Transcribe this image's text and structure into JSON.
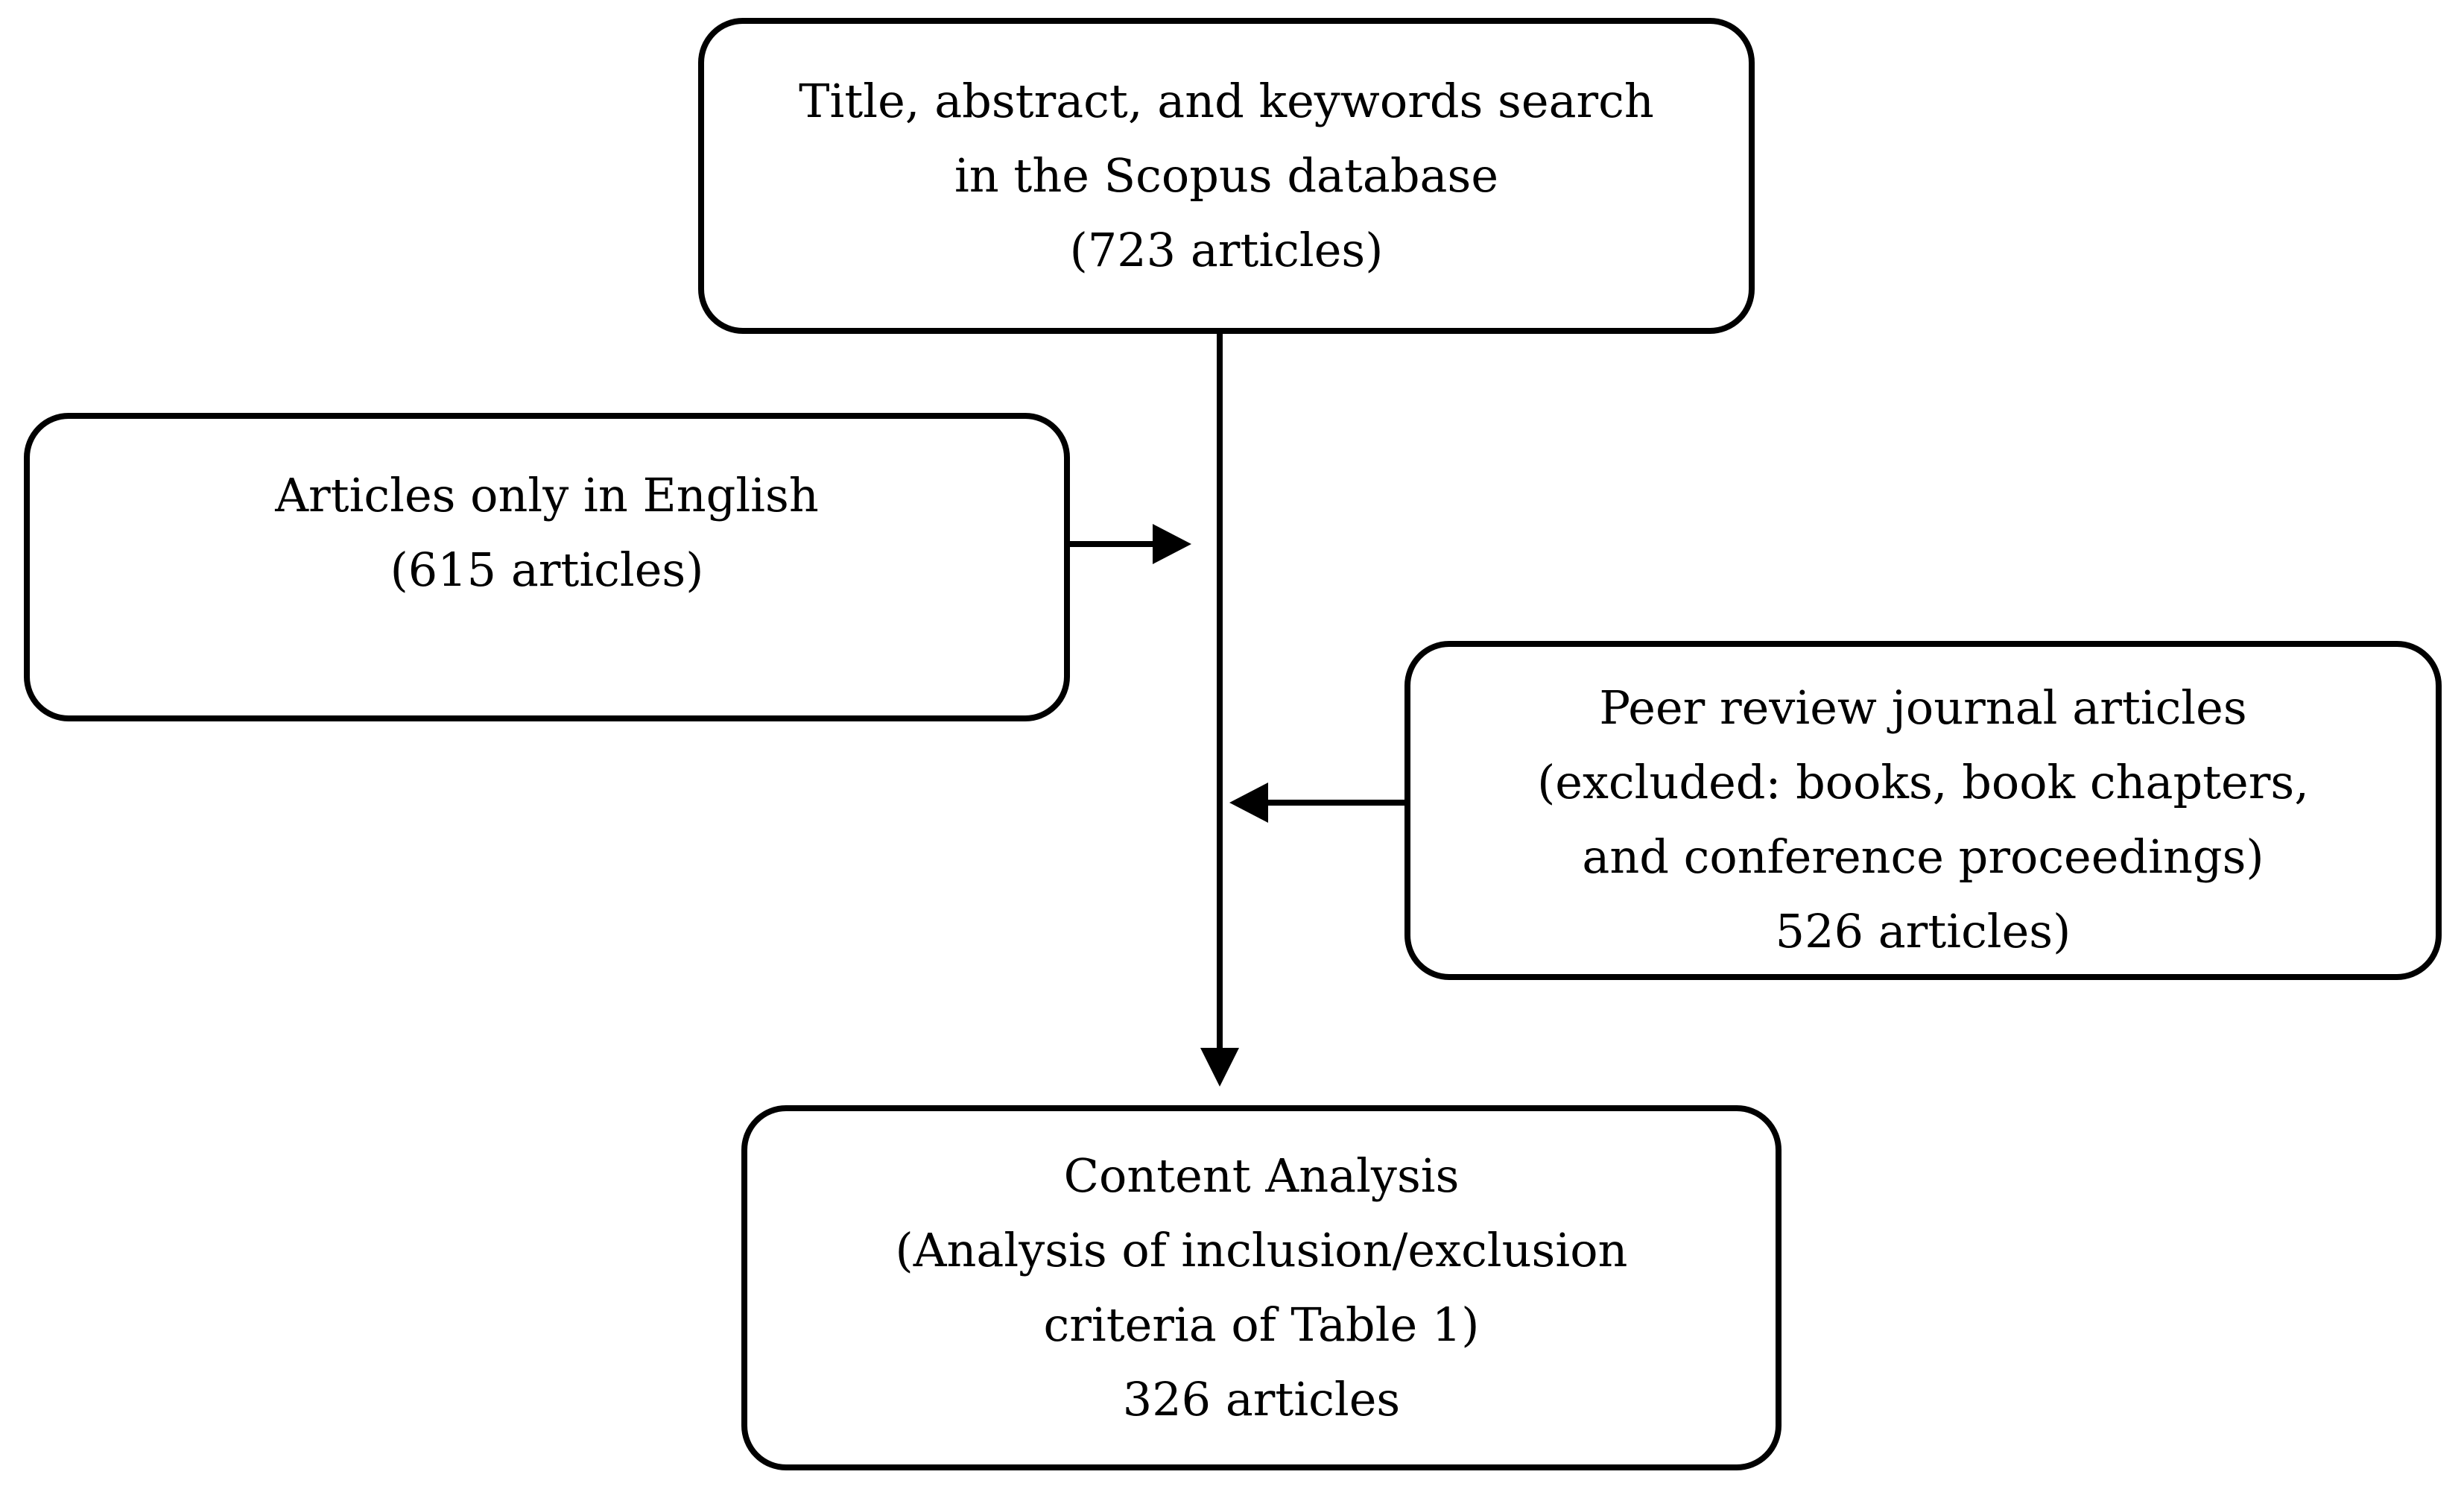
{
  "colors": {
    "ink": "#000000",
    "background": "#ffffff"
  },
  "boxes": {
    "scopus_search": {
      "lines": [
        "Title, abstract, and keywords search",
        "in the Scopus database",
        "(723 articles)"
      ]
    },
    "english_only": {
      "lines": [
        "Articles only in English",
        "(615 articles)"
      ]
    },
    "peer_review": {
      "lines": [
        "Peer review journal articles",
        "(excluded: books, book chapters,",
        "and conference proceedings)",
        "526 articles)"
      ]
    },
    "content_analysis": {
      "lines": [
        "Content Analysis",
        "(Analysis of inclusion/exclusion",
        "criteria of Table 1)",
        "326 articles"
      ]
    }
  },
  "arrows": [
    {
      "name": "down-arrow",
      "from": "scopus_search",
      "to": "content_analysis"
    },
    {
      "name": "right-arrow",
      "from": "english_only",
      "to": "main-flow-line"
    },
    {
      "name": "left-arrow",
      "from": "peer_review",
      "to": "main-flow-line"
    }
  ]
}
